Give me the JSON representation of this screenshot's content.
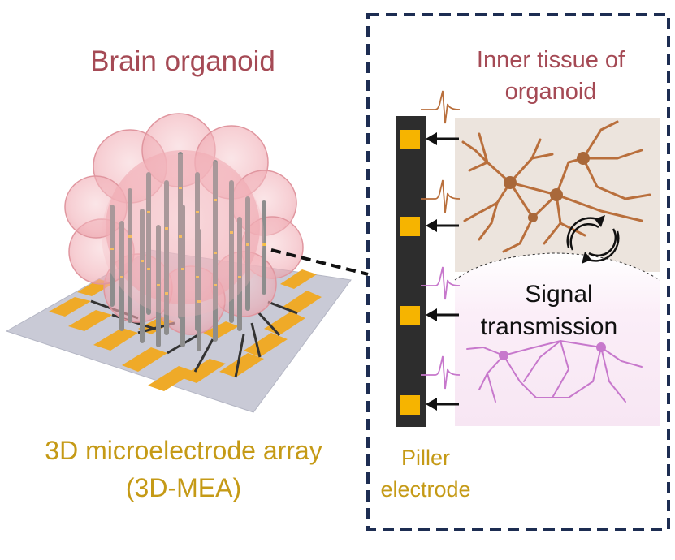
{
  "labels": {
    "title": "Brain organoid",
    "mea_line1": "3D microelectrode array",
    "mea_line2": "(3D-MEA)",
    "inner_line1": "Inner tissue of",
    "inner_line2": "organoid",
    "signal_line1": "Signal",
    "signal_line2": "transmission",
    "electrode_line1": "Piller",
    "electrode_line2": "electrode"
  },
  "colors": {
    "title": "#a54a55",
    "mea_text": "#c59a16",
    "inner_text": "#a54a55",
    "text_dark": "#111111",
    "frame_border": "#1d2d52",
    "electrode_pad": "#f6b400",
    "electrode_bar": "#2d2d2d",
    "brown_neuron": "#b96f3c",
    "pink_neuron": "#c778cc",
    "tissue_bg": "#ece4dd",
    "pink_bg": "#fbeef8",
    "mea_substrate": "#c9cad6",
    "gold_pad": "#efaa28",
    "organoid_fill": "#f3b8bf",
    "organoid_edge": "#e0969f",
    "pillar": "#8d8d8d"
  },
  "icons": [
    "brain-organoid-icon",
    "mea-chip-icon",
    "neuron-icon",
    "cycle-arrows-icon",
    "signal-spike-icon",
    "arrow-left-icon"
  ]
}
